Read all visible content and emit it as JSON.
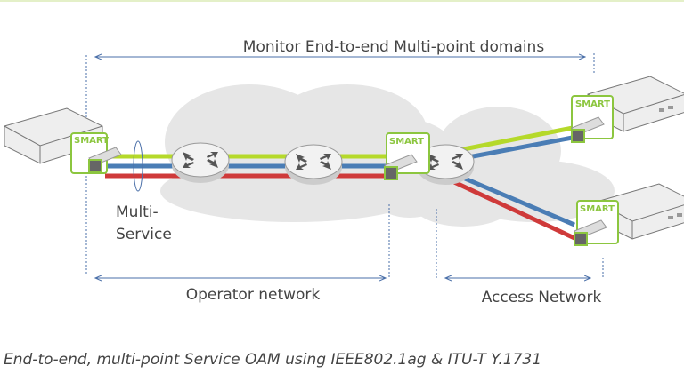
{
  "diagram": {
    "title": "Monitor End-to-end  Multi-point  domains",
    "multi_service": [
      "Multi-",
      "Service"
    ],
    "operator_network": "Operator network",
    "access_network": "Access Network",
    "caption": "End-to-end, multi-point Service OAM using IEEE802.1ag & ITU-T Y.1731",
    "smart_logo": "SMART",
    "colors": {
      "service_green": "#b5d92a",
      "service_blue": "#4a7db5",
      "service_red": "#cf3a3a",
      "smart_green": "#8cc63f",
      "cloud": "#e6e6e6",
      "arrow": "#4a6fa8"
    }
  }
}
